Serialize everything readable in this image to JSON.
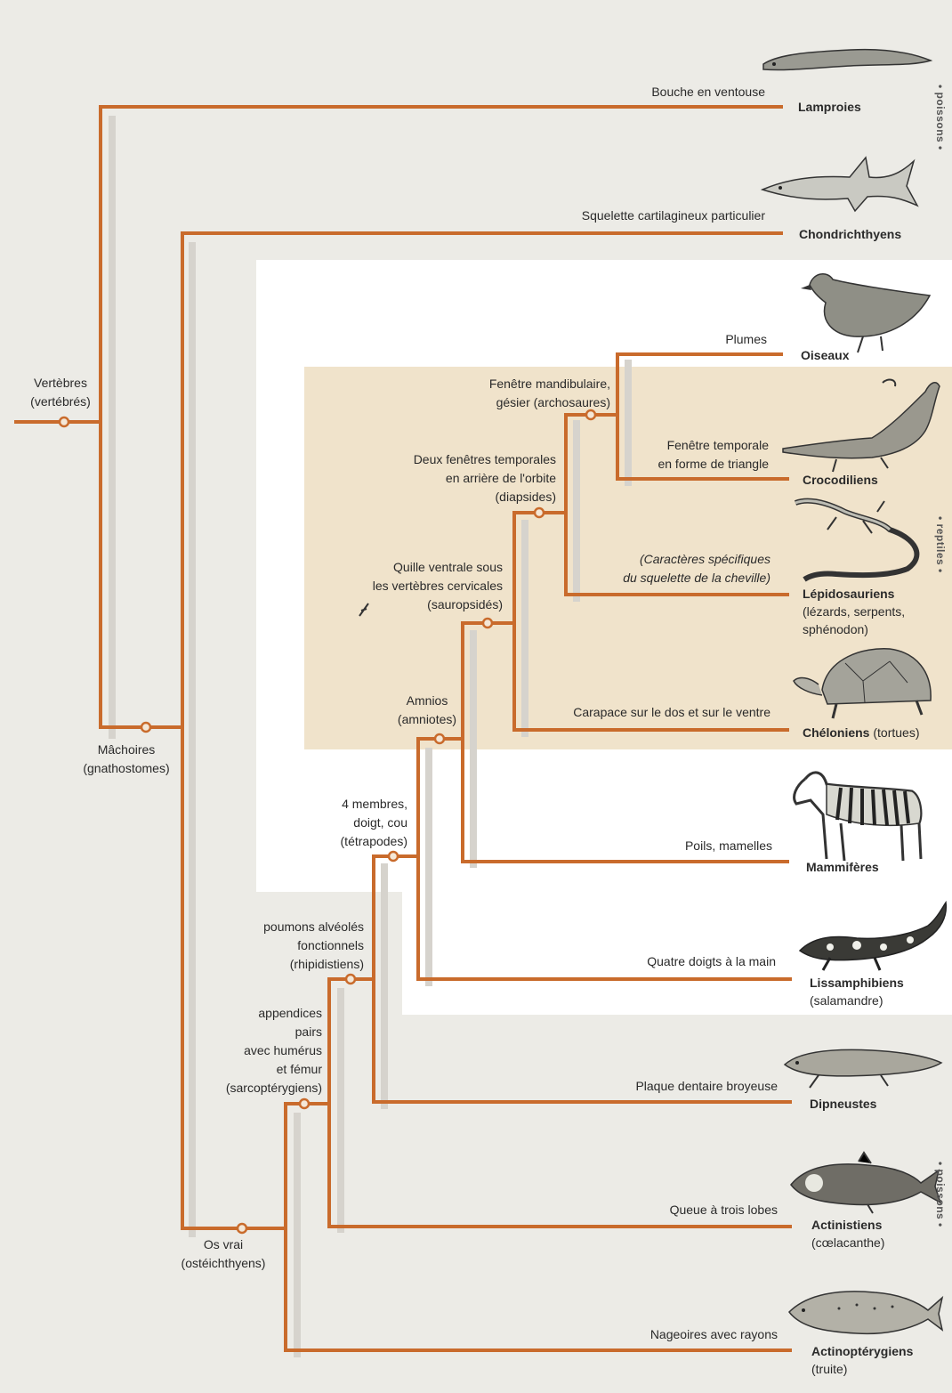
{
  "colors": {
    "branch": "#c96b2c",
    "node_fill": "#f4e7d7",
    "reptile_panel": "#f0e3cb",
    "white_panel": "#ffffff",
    "shadow": "#d9d6d0"
  },
  "side_labels": {
    "poissons_top": "• poissons •",
    "reptiles": "• reptiles •",
    "poissons_bottom": "• poissons •"
  },
  "characters": {
    "vertebres": [
      "Vertèbres",
      "(vertébrés)"
    ],
    "machoires": [
      "Mâchoires",
      "(gnathostomes)"
    ],
    "os_vrai": [
      "Os vrai",
      "(ostéichthyens)"
    ],
    "sarcopterygiens": [
      "appendices",
      "pairs",
      "avec humérus",
      "et fémur",
      "(sarcoptérygiens)"
    ],
    "rhipidistiens": [
      "poumons alvéolés",
      "fonctionnels",
      "(rhipidistiens)"
    ],
    "tetrapodes": [
      "4 membres,",
      "doigt, cou",
      "(tétrapodes)"
    ],
    "amniotes": [
      "Amnios",
      "(amniotes)"
    ],
    "sauropsides": [
      "Quille ventrale sous",
      "les vertèbres cervicales",
      "(sauropsidés)"
    ],
    "diapsides": [
      "Deux fenêtres temporales",
      "en arrière de l'orbite",
      "(diapsides)"
    ],
    "archosaures": [
      "Fenêtre mandibulaire,",
      "gésier (archosaures)"
    ],
    "bouche": "Bouche en ventouse",
    "squelette": "Squelette cartilagineux particulier",
    "plumes": "Plumes",
    "fenetre_triangle": [
      "Fenêtre temporale",
      "en forme de triangle"
    ],
    "cheville": [
      "(Caractères spécifiques",
      "du squelette de la cheville)"
    ],
    "carapace": "Carapace sur le dos et sur le ventre",
    "poils": "Poils, mamelles",
    "quatre_doigts": "Quatre doigts à la main",
    "plaque": "Plaque dentaire broyeuse",
    "queue": "Queue à trois lobes",
    "nageoires": "Nageoires avec rayons"
  },
  "taxa": {
    "lamproies": {
      "name": "Lamproies",
      "icon": "lamprey-icon"
    },
    "chondrichthyens": {
      "name": "Chondrichthyens",
      "icon": "shark-icon"
    },
    "oiseaux": {
      "name": "Oiseaux",
      "icon": "bird-icon"
    },
    "crocodiliens": {
      "name": "Crocodiliens",
      "icon": "crocodile-icon"
    },
    "lepidosauriens": {
      "name": "Lépidosauriens",
      "note1": "(lézards, serpents,",
      "note2": "sphénodon)",
      "icon": "lizard-icon"
    },
    "cheloniens": {
      "name": "Chéloniens",
      "note": "(tortues)",
      "icon": "tortoise-icon"
    },
    "mammiferes": {
      "name": "Mammifères",
      "icon": "zebra-icon"
    },
    "lissamphibiens": {
      "name": "Lissamphibiens",
      "note": "(salamandre)",
      "icon": "salamander-icon"
    },
    "dipneustes": {
      "name": "Dipneustes",
      "icon": "lungfish-icon"
    },
    "actinistiens": {
      "name": "Actinistiens",
      "note": "(cœlacanthe)",
      "icon": "coelacanth-icon"
    },
    "actinopterygiens": {
      "name": "Actinoptérygiens",
      "note": "(truite)",
      "icon": "trout-icon"
    }
  }
}
